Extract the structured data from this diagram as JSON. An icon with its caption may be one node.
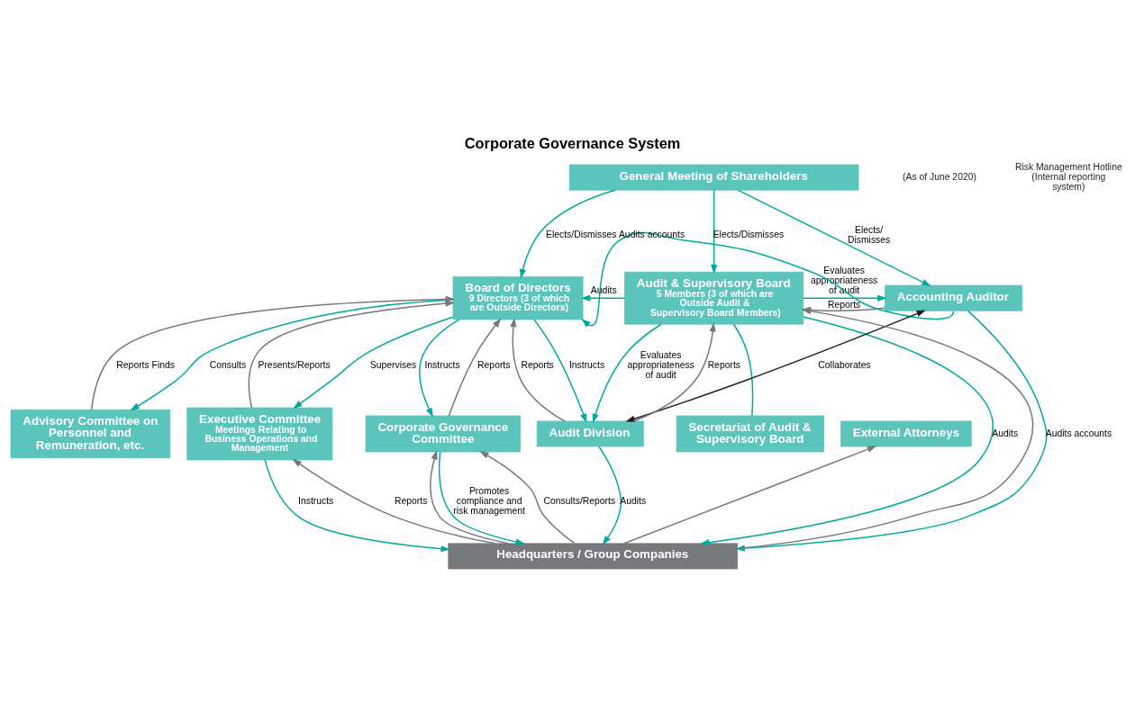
{
  "diagram": {
    "title": "Corporate Governance System",
    "nodes": [
      {
        "text": [
          "General Meeting of Shareholders"
        ]
      },
      {
        "text": [
          "Board of Directors",
          "9 Directors (3 of which are Outside Directors)"
        ]
      },
      {
        "text": [
          "Audit & Supervisory Board",
          "5 Members (3 of which are Outside Audit & Supervisory Board Members)"
        ]
      },
      {
        "text": [
          "Accounting Auditor"
        ]
      },
      {
        "text": [
          "Secretariat of Audit & Supervisory Board"
        ]
      },
      {
        "text": [
          "Advisory Committee on Personnel and Remuneration, etc."
        ]
      },
      {
        "text": [
          "Audit Division"
        ]
      },
      {
        "text": [
          "Executive Committee",
          "Meetings Relating to Business Operations and Management"
        ]
      },
      {
        "text": [
          "Corporate Governance Committee"
        ]
      },
      {
        "text": [
          "External Attorneys"
        ]
      },
      {
        "text": [
          "Headquarters / Group Companies"
        ]
      }
    ],
    "edges": [
      {
        "from": 0,
        "to": 1,
        "arrow": "to",
        "label": "Elects/Dismisses"
      },
      {
        "from": 0,
        "to": 2,
        "arrow": "to",
        "label": "Elects/Dismisses"
      },
      {
        "from": 0,
        "to": 3,
        "arrow": "to",
        "label": "Elects/ Dismisses"
      },
      {
        "from": 2,
        "to": 1,
        "arrow": "to",
        "label": "Audits"
      },
      {
        "from": 2,
        "to": 3,
        "arrow": "to",
        "label": "Evaluates appropriateness of audit"
      },
      {
        "from": 3,
        "to": 2,
        "arrow": "to",
        "label": "Reports",
        "color": "#77787b"
      },
      {
        "from": 2,
        "to": 4,
        "arrow": "none"
      },
      {
        "from": 3,
        "to": 1,
        "arrow": "to",
        "label": "Audits accounts"
      },
      {
        "from": 5,
        "to": 1,
        "arrow": "to",
        "label": "Reports Finds",
        "color": "#77787b"
      },
      {
        "from": 1,
        "to": 5,
        "arrow": "to",
        "label": "Consults"
      },
      {
        "from": 7,
        "to": 1,
        "arrow": "to",
        "label": "Presents/Reports",
        "color": "#77787b"
      },
      {
        "from": 1,
        "to": 7,
        "arrow": "to",
        "label": "Supervises"
      },
      {
        "from": 8,
        "to": 1,
        "arrow": "to",
        "label": "Reports",
        "color": "#77787b"
      },
      {
        "from": 1,
        "to": 8,
        "arrow": "to",
        "label": "Instructs"
      },
      {
        "from": 6,
        "to": 1,
        "arrow": "to",
        "label": "Reports",
        "color": "#77787b"
      },
      {
        "from": 1,
        "to": 6,
        "arrow": "to",
        "label": "Instructs"
      },
      {
        "from": 2,
        "to": 6,
        "arrow": "to",
        "label": "Evaluates appropriateness of audit"
      },
      {
        "from": 6,
        "to": 2,
        "arrow": "to",
        "label": "Reports",
        "color": "#77787b"
      },
      {
        "from": 3,
        "to": 6,
        "arrow": "both",
        "label": "Collaborates",
        "color": "#231f20"
      },
      {
        "from": 6,
        "to": 10,
        "arrow": "to",
        "label": "Audits"
      },
      {
        "from": 2,
        "to": 10,
        "arrow": "to",
        "label": "Audits"
      },
      {
        "from": 3,
        "to": 10,
        "arrow": "to",
        "label": "Audits accounts"
      },
      {
        "from": 10,
        "to": 7,
        "arrow": "to",
        "label": "Reports",
        "color": "#77787b"
      },
      {
        "from": 7,
        "to": 10,
        "arrow": "to",
        "label": "Instructs"
      },
      {
        "from": 10,
        "to": 8,
        "arrow": "to",
        "label": "Consults/Reports",
        "color": "#77787b"
      },
      {
        "from": 8,
        "to": 10,
        "arrow": "to",
        "label": "Promotes compliance and risk management"
      },
      {
        "from": 10,
        "to": 8,
        "arrow": "to",
        "color": "#77787b"
      },
      {
        "from": 10,
        "to": 2,
        "arrow": "to",
        "color": "#77787b"
      },
      {
        "from": 10,
        "to": 9,
        "arrow": "to",
        "color": "#77787b"
      }
    ],
    "labels": [
      "(As of June 2020)",
      "Risk Management Hotline (Internal reporting system)"
    ]
  }
}
